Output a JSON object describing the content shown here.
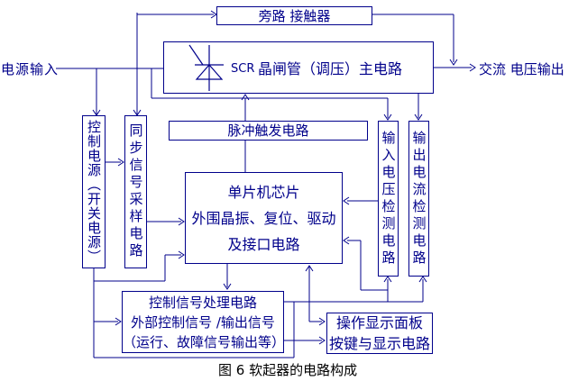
{
  "figure": {
    "caption": "图 6 软起器的电路构成",
    "power_input_label": "电源输入",
    "ac_output_label": "交流 电压输出",
    "colors": {
      "line": "#00008B",
      "box_text": "#00008B",
      "caption": "#000000",
      "background": "#FFFFFF"
    },
    "boxes": {
      "bypass": "旁路 接触器",
      "main_scr_tag": "SCR",
      "main": "晶闸管（调压）主电路",
      "ctrl_power": "控制电源（开关电源）",
      "sync": "同步信号采样电路",
      "pulse": "脉冲触发电路",
      "mcu_line1": "单片机芯片",
      "mcu_line2": "外围晶振、复位、驱动",
      "mcu_line3": "及接口电路",
      "vin_detect": "输入电压检测电路",
      "iout_detect": "输出电流检测电路",
      "sigproc_line1": "控制信号处理电路",
      "sigproc_line2": "外部控制信号 /输出信号",
      "sigproc_line3": "（运行、故障信号输出等）",
      "panel_line1": "操作显示面板",
      "panel_line2": "按键与显示电路"
    }
  }
}
